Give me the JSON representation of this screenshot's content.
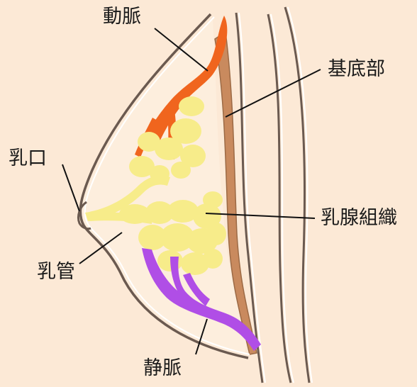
{
  "labels": {
    "artery": "動脈",
    "base": "基底部",
    "nipple_opening": "乳口",
    "gland_tissue": "乳腺組織",
    "duct": "乳管",
    "vein": "静脈"
  },
  "colors": {
    "background": "#fce9d6",
    "artery": "#f0651e",
    "gland": "#f7ec8a",
    "vein": "#b04ee6",
    "muscle": "#c98a5e",
    "outline": "#6b5a50"
  }
}
